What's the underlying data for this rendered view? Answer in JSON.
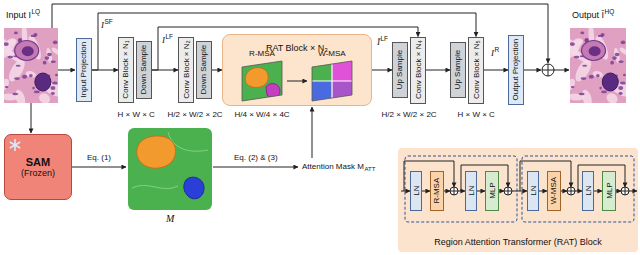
{
  "diagram": {
    "nodes": [
      {
        "text": [
          "Input Projection"
        ]
      },
      {
        "text": [
          "Conv Block × N₁"
        ]
      },
      {
        "text": [
          "Down Sample"
        ]
      },
      {
        "text": [
          "Conv Block × N₂"
        ]
      },
      {
        "text": [
          "Down Sample"
        ]
      },
      {
        "text": [
          "RAT Block × N₃"
        ]
      },
      {
        "text": [
          "R-MSA"
        ],
        "in": 5
      },
      {
        "text": [
          "W-MSA"
        ],
        "in": 5
      },
      {
        "text": [
          "Up Sample"
        ]
      },
      {
        "text": [
          "Conv Block × N₄"
        ]
      },
      {
        "text": [
          "Up Sample"
        ]
      },
      {
        "text": [
          "Conv Block × N₅"
        ]
      },
      {
        "text": [
          "Output Projection"
        ]
      },
      {
        "text": [
          "SAM",
          "(Frozen)"
        ]
      },
      {
        "text": [
          "Region Attention Transformer (RAT) Block"
        ]
      },
      {
        "text": [
          "LN"
        ],
        "in": 14
      },
      {
        "text": [
          "R-MSA"
        ],
        "in": 14
      },
      {
        "text": [
          "LN"
        ],
        "in": 14
      },
      {
        "text": [
          "MLP"
        ],
        "in": 14
      },
      {
        "text": [
          "LN"
        ],
        "in": 14
      },
      {
        "text": [
          "W-MSA"
        ],
        "in": 14
      },
      {
        "text": [
          "LN"
        ],
        "in": 14
      },
      {
        "text": [
          "MLP"
        ],
        "in": 14
      }
    ],
    "edges": [
      {
        "from": 0,
        "to": 1,
        "arrow": "to"
      },
      {
        "from": 0,
        "to": 11,
        "arrow": "to"
      },
      {
        "from": 2,
        "to": 3,
        "arrow": "to"
      },
      {
        "from": 2,
        "to": 9,
        "arrow": "to"
      },
      {
        "from": 4,
        "to": 5,
        "arrow": "to"
      },
      {
        "from": 6,
        "to": 7,
        "arrow": "to"
      },
      {
        "from": 5,
        "to": 8,
        "arrow": "to"
      },
      {
        "from": 9,
        "to": 10,
        "arrow": "to"
      },
      {
        "from": 11,
        "to": 12,
        "arrow": "to"
      },
      {
        "from": 15,
        "to": 16,
        "arrow": "to"
      },
      {
        "from": 17,
        "to": 18,
        "arrow": "to"
      },
      {
        "from": 19,
        "to": 20,
        "arrow": "to"
      },
      {
        "from": 21,
        "to": 22,
        "arrow": "to"
      }
    ],
    "labels": [
      "I",
      "SF",
      "I",
      "LF",
      "Ĩ",
      "LF",
      "I",
      "R",
      "Input I",
      "LQ",
      "Output Î",
      "HQ",
      "H × W × C",
      "H/2 × W/2 × 2C",
      "H/4 × W/4 × 4C",
      "H/2 × W/2 × 2C",
      "H × W × C",
      "Eq. (1)",
      "M",
      "Eq. (2) & (3)",
      "Attention Mask M",
      "ATT"
    ]
  }
}
